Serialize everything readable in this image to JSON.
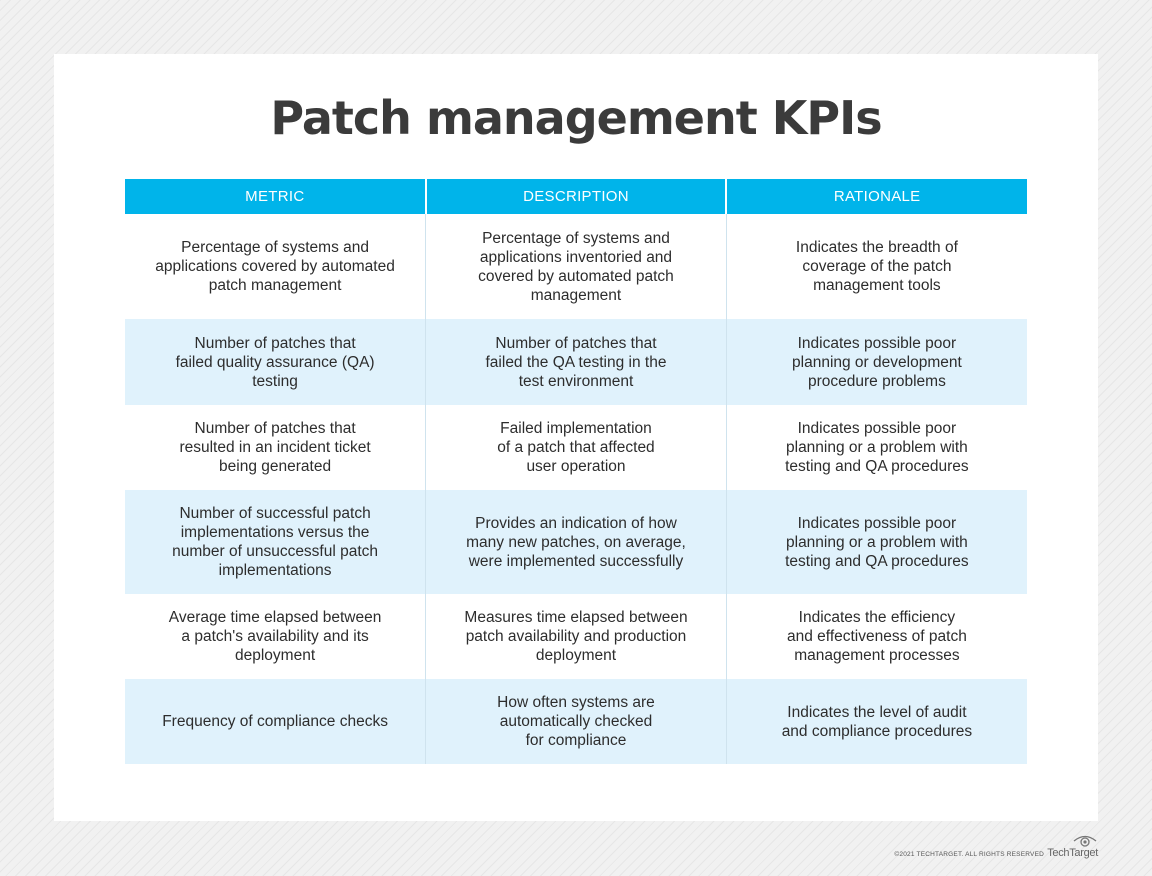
{
  "title": "Patch management KPIs",
  "table": {
    "headers": [
      "METRIC",
      "DESCRIPTION",
      "RATIONALE"
    ],
    "rows": [
      [
        "Percentage of systems and\napplications covered by automated\npatch management",
        "Percentage of systems and\napplications inventoried and\ncovered by automated patch\nmanagement",
        "Indicates the breadth of\ncoverage of the patch\nmanagement tools"
      ],
      [
        "Number of patches that\nfailed quality assurance (QA)\ntesting",
        "Number of patches that\nfailed the QA testing in the\ntest environment",
        "Indicates possible poor\nplanning or development\nprocedure problems"
      ],
      [
        "Number of patches that\nresulted in an incident ticket\nbeing generated",
        "Failed implementation\nof a patch that affected\nuser operation",
        "Indicates possible poor\nplanning or a problem with\ntesting and QA procedures"
      ],
      [
        "Number of successful patch\nimplementations versus the\nnumber of unsuccessful patch\nimplementations",
        "Provides an indication of how\nmany new patches, on average,\nwere implemented successfully",
        "Indicates possible poor\nplanning or a problem with\ntesting and QA procedures"
      ],
      [
        "Average time elapsed between\na patch's availability and its\ndeployment",
        "Measures time elapsed between\npatch availability and production\ndeployment",
        "Indicates the efficiency\nand effectiveness of patch\nmanagement processes"
      ],
      [
        "Frequency of compliance checks",
        "How often systems are\nautomatically checked\nfor compliance",
        "Indicates the level of audit\nand compliance procedures"
      ]
    ]
  },
  "footer": {
    "copyright": "©2021 TECHTARGET. ALL RIGHTS RESERVED",
    "logo_text": "TechTarget",
    "logo_icon": "eye-logo-icon"
  },
  "colors": {
    "header_bg": "#00b4ea",
    "alt_row_bg": "#e0f2fc",
    "title": "#3b3b3b"
  }
}
